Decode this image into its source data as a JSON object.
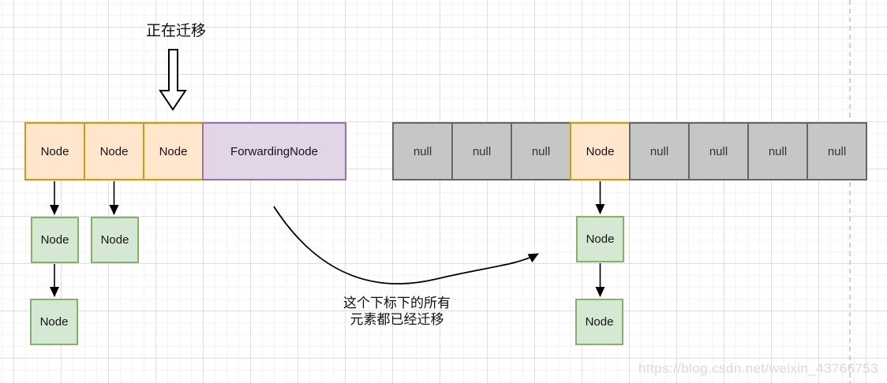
{
  "diagram": {
    "migrating_label": "正在迁移",
    "annotation": {
      "line1": "这个下标下的所有",
      "line2": "元素都已经迁移"
    },
    "watermark": "https://blog.csdn.net/weixin_43766753"
  },
  "buckets": {
    "left": [
      "Node",
      "Node",
      "Node",
      "ForwardingNode"
    ],
    "right": [
      "null",
      "null",
      "null",
      "Node",
      "null",
      "null",
      "null",
      "null"
    ]
  },
  "chains": {
    "left_first": [
      "Node",
      "Node"
    ],
    "left_second": [
      "Node"
    ],
    "right_first": [
      "Node",
      "Node"
    ]
  },
  "icons": {
    "hollow_down_arrow": "hollow-down-arrow",
    "curved_arrow": "curved-right-arrow",
    "dashed_guide": "dashed-vertical-guide"
  },
  "colors": {
    "node_fill": "#ffe6cc",
    "node_border": "#d79b00",
    "forwarding_fill": "#e1d5e7",
    "forwarding_border": "#9673a6",
    "null_fill": "#c6c6c6",
    "null_border": "#666666",
    "list_node_fill": "#d5e8d4",
    "list_node_border": "#82b366",
    "arrow": "#000000",
    "watermark_text": "#dadada"
  }
}
